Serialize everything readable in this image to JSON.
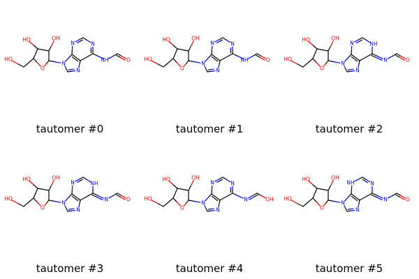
{
  "colors": {
    "bond": "#000000",
    "oxygen": "#ff0000",
    "nitrogen": "#0000ff",
    "background": "#ffffff"
  },
  "atom_labels": {
    "oxygen_hydroxyl": "OH",
    "hydroxyl_left": "HO",
    "oxygen": "O",
    "nitrogen": "N",
    "amine": "NH"
  },
  "tautomers": [
    {
      "caption": "tautomer #0",
      "variant": "amide"
    },
    {
      "caption": "tautomer #1",
      "variant": "amide"
    },
    {
      "caption": "tautomer #2",
      "variant": "imine-n1h"
    },
    {
      "caption": "tautomer #3",
      "variant": "imine-n1h"
    },
    {
      "caption": "tautomer #4",
      "variant": "enol"
    },
    {
      "caption": "tautomer #5",
      "variant": "imine-n3h"
    }
  ]
}
